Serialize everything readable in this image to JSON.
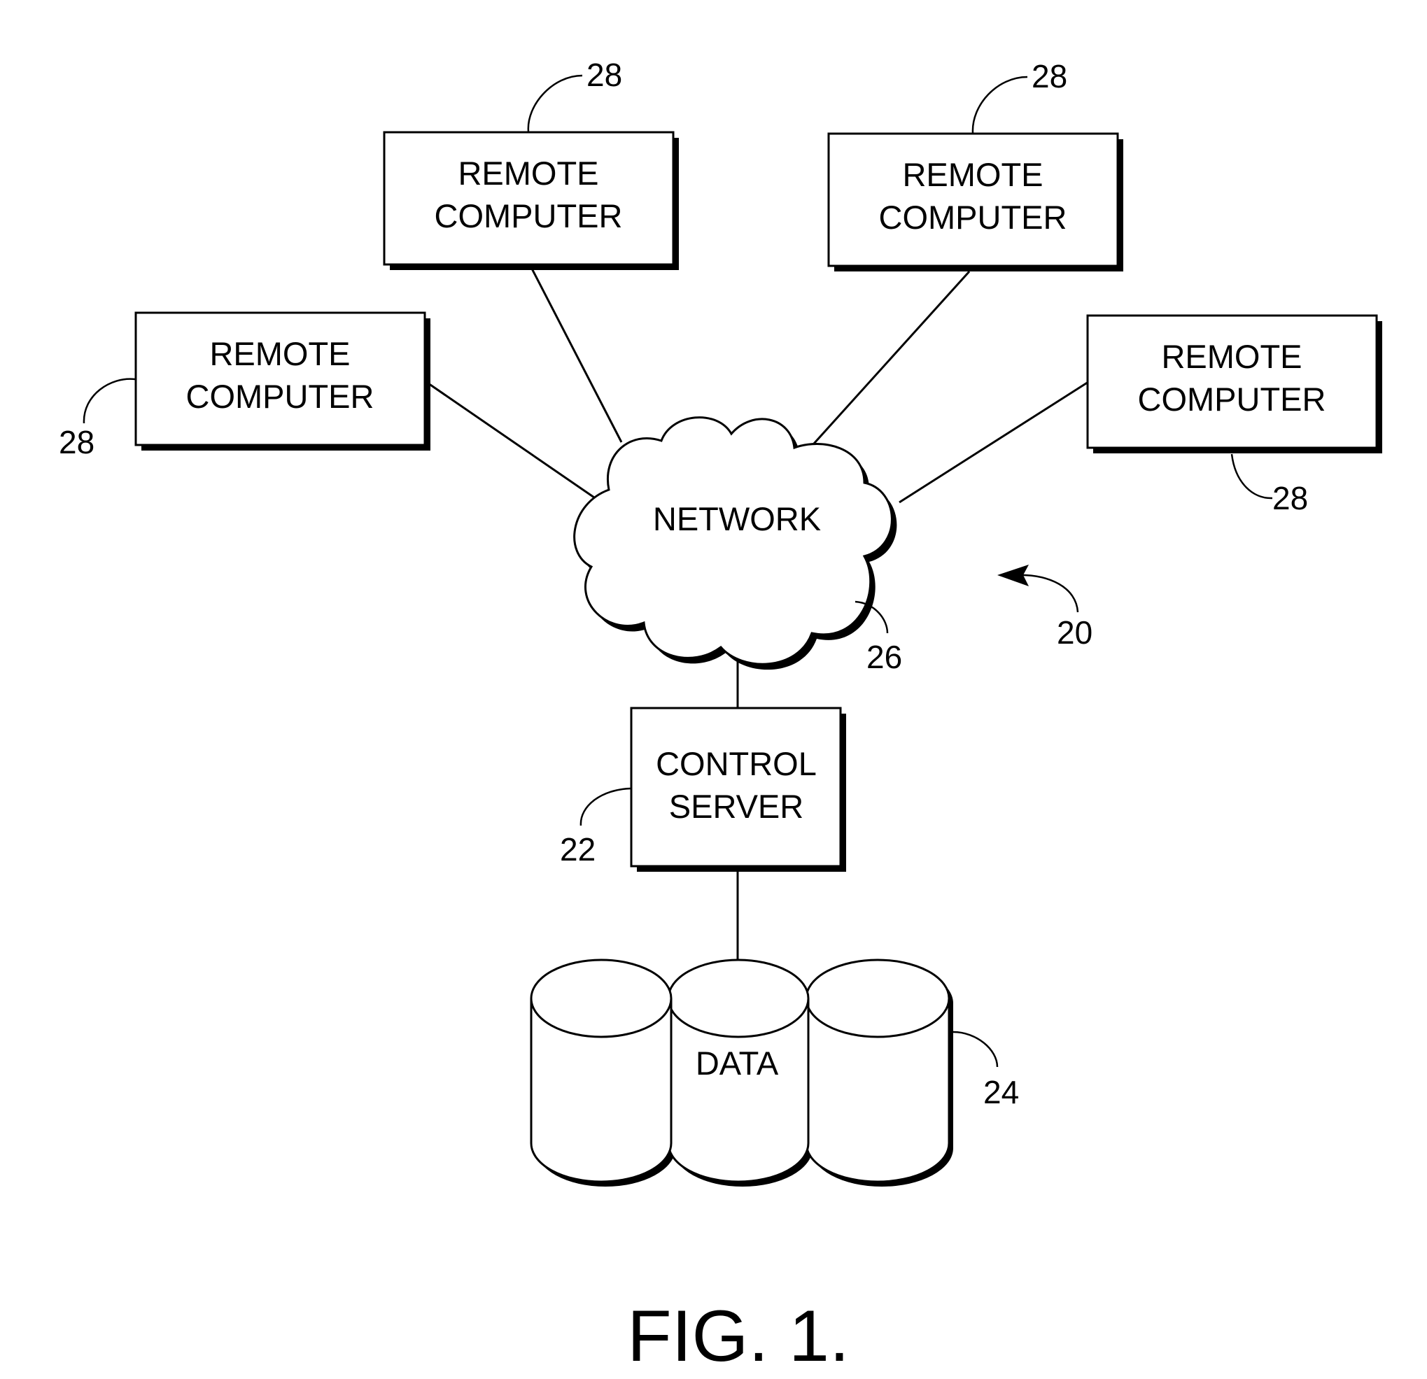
{
  "diagram": {
    "remote_computers": [
      {
        "line1": "REMOTE",
        "line2": "COMPUTER",
        "ref": "28"
      },
      {
        "line1": "REMOTE",
        "line2": "COMPUTER",
        "ref": "28"
      },
      {
        "line1": "REMOTE",
        "line2": "COMPUTER",
        "ref": "28"
      },
      {
        "line1": "REMOTE",
        "line2": "COMPUTER",
        "ref": "28"
      }
    ],
    "network": {
      "label": "NETWORK",
      "ref": "26"
    },
    "control_server": {
      "line1": "CONTROL",
      "line2": "SERVER",
      "ref": "22"
    },
    "data_store": {
      "label": "DATA",
      "ref": "24"
    },
    "system_ref": "20",
    "figure_caption": "FIG. 1."
  }
}
